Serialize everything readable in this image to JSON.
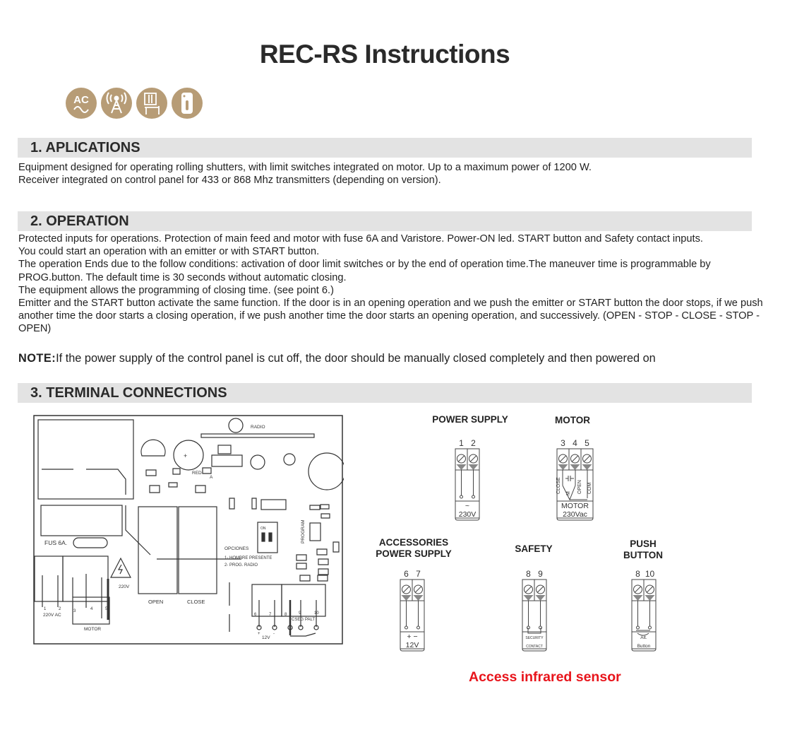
{
  "title": "REC-RS Instructions",
  "icons": [
    "ac-power-icon",
    "radio-antenna-icon",
    "rolling-shutter-icon",
    "remote-control-icon"
  ],
  "icon_labels": {
    "ac": "AC"
  },
  "colors": {
    "icon_bg": "#b79c76",
    "section_bar": "#e3e3e3",
    "highlight": "#e8141b"
  },
  "sections": [
    {
      "heading": "1. APLICATIONS",
      "text": "Equipment designed for operating rolling shutters, with limit switches integrated on motor. Up to a maximum power of 1200 W.\nReceiver integrated on control panel for 433 or 868 Mhz transmitters (depending on version)."
    },
    {
      "heading": "2. OPERATION",
      "text": "Protected inputs for operations. Protection of main feed and motor with fuse 6A and Varistore. Power-ON led. START button and Safety contact inputs.\nYou could start an operation with an emitter or with START button.\nThe operation Ends due to the follow conditions: activation of door limit switches or by the end of operation time.The maneuver time is programmable by PROG.button. The default time is 30 seconds without automatic closing.\nThe equipment allows the programming of closing time. (see point 6.)\nEmitter and the START button activate the same function. If the door is in an opening operation and we push the emitter or START button the door stops, if we push another time the door starts a closing operation, if we push another time the door starts an opening operation, and successively. (OPEN - STOP - CLOSE - STOP - OPEN)"
    },
    {
      "heading": "3. TERMINAL CONNECTIONS"
    }
  ],
  "note": {
    "label": "NOTE:",
    "text": "If the power supply of the control panel is cut off, the door should be manually closed completely and then powered on"
  },
  "board": {
    "radio": "RADIO",
    "red": "RED",
    "a": "A",
    "fuse": "FUS 6A.",
    "v220": "220V",
    "open": "OPEN",
    "close": "CLOSE",
    "on": "ON",
    "opciones": "OPCIONES",
    "opt1": "1- HOMBRE PRESENTE",
    "opt2": "2- PROG. RADIO",
    "program": "PROGRAM",
    "ac": "220V AC",
    "motor": "MOTOR",
    "v12": "12V",
    "cseg": "CSEG",
    "palt": "PALT",
    "plus": "+",
    "minus": "-",
    "terminals": [
      "1",
      "2",
      "3",
      "4",
      "5",
      "6",
      "7",
      "8",
      "9",
      "10"
    ]
  },
  "blocks": [
    {
      "title": "POWER SUPPLY",
      "numbers": [
        "1",
        "2"
      ],
      "label": [
        "~",
        "230V"
      ]
    },
    {
      "title": "MOTOR",
      "numbers": [
        "3",
        "4",
        "5"
      ],
      "label": [
        "MOTOR",
        "230Vac"
      ],
      "wires": [
        "CLOSE",
        "M",
        "OPEN",
        "COM"
      ]
    },
    {
      "title": "ACCESSORIES\nPOWER SUPPLY",
      "numbers": [
        "6",
        "7"
      ],
      "label": [
        "+  −",
        "12V"
      ]
    },
    {
      "title": "SAFETY",
      "numbers": [
        "8",
        "9"
      ],
      "label": [
        "SECURITY",
        "CONTACT"
      ]
    },
    {
      "title": "PUSH\nBUTTON",
      "numbers": [
        "8",
        "10"
      ],
      "label": [
        "Alt.",
        "Button"
      ]
    }
  ],
  "annotation": "Access infrared sensor"
}
